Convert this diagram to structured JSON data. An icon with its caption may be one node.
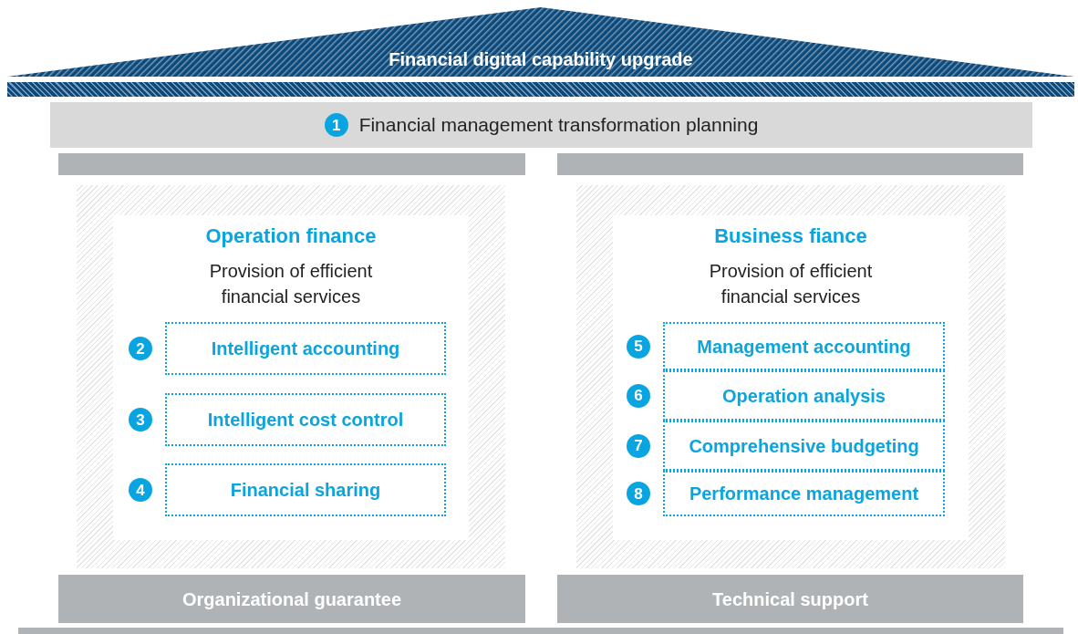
{
  "diagram": {
    "nodes": [
      {
        "text": [
          "Financial digital capability upgrade"
        ]
      },
      {
        "text": [],
        "shape": "bar"
      },
      {
        "text": [
          "1",
          "Financial management transformation planning"
        ]
      },
      {
        "text": [],
        "shape": "bar"
      },
      {
        "text": [],
        "shape": "bar"
      },
      {
        "text": [
          "Operation finance",
          "Provision of efficient financial services"
        ]
      },
      {
        "text": [
          "Intelligent accounting"
        ],
        "in": 5,
        "beside": [
          "2"
        ]
      },
      {
        "text": [
          "Intelligent cost control"
        ],
        "in": 5,
        "beside": [
          "3"
        ]
      },
      {
        "text": [
          "Financial sharing"
        ],
        "in": 5,
        "beside": [
          "4"
        ]
      },
      {
        "text": [
          "Business fiance",
          "Provision of efficient financial services"
        ]
      },
      {
        "text": [
          "Management accounting"
        ],
        "in": 9,
        "beside": [
          "5"
        ]
      },
      {
        "text": [
          "Operation analysis"
        ],
        "in": 9,
        "beside": [
          "6"
        ]
      },
      {
        "text": [
          "Comprehensive budgeting"
        ],
        "in": 9,
        "beside": [
          "7"
        ]
      },
      {
        "text": [
          "Performance management"
        ],
        "in": 9,
        "beside": [
          "8"
        ]
      },
      {
        "text": [
          "Organizational guarantee"
        ]
      },
      {
        "text": [
          "Technical support"
        ]
      },
      {
        "text": [],
        "shape": "bar"
      }
    ]
  }
}
